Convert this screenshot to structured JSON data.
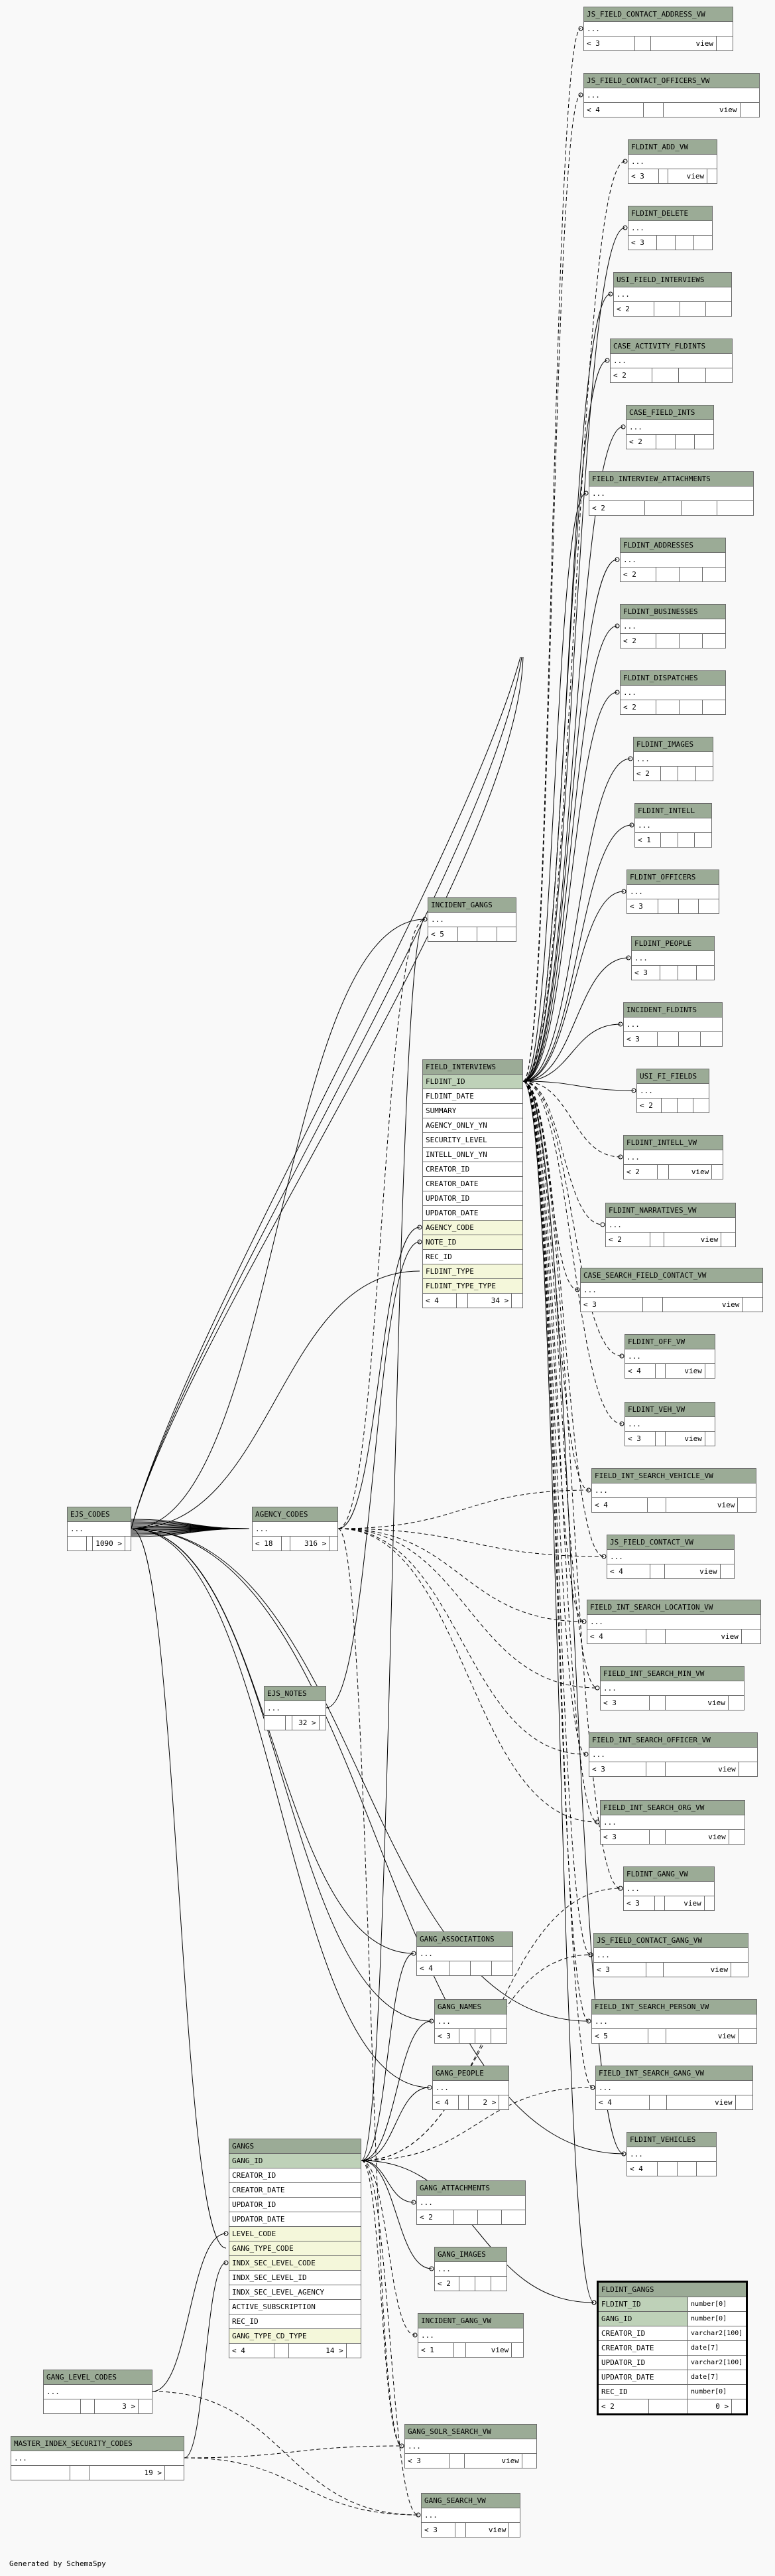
{
  "tables": [
    {
      "name": "JS_FIELD_CONTACT_ADDRESS_VW",
      "rows": [
        {
          "text": "..."
        }
      ],
      "children": "< 3",
      "parents": "",
      "view": "view"
    },
    {
      "name": "JS_FIELD_CONTACT_OFFICERS_VW",
      "rows": [
        {
          "text": "..."
        }
      ],
      "children": "< 4",
      "parents": "",
      "view": "view"
    },
    {
      "name": "FLDINT_ADD_VW",
      "rows": [
        {
          "text": "..."
        }
      ],
      "children": "< 3",
      "parents": "",
      "view": "view"
    },
    {
      "name": "FLDINT_DELETE",
      "rows": [
        {
          "text": "..."
        }
      ],
      "children": "< 3",
      "parents": "",
      "view": ""
    },
    {
      "name": "USI_FIELD_INTERVIEWS",
      "rows": [
        {
          "text": "..."
        }
      ],
      "children": "< 2",
      "parents": "",
      "view": ""
    },
    {
      "name": "CASE_ACTIVITY_FLDINTS",
      "rows": [
        {
          "text": "..."
        }
      ],
      "children": "< 2",
      "parents": "",
      "view": ""
    },
    {
      "name": "CASE_FIELD_INTS",
      "rows": [
        {
          "text": "..."
        }
      ],
      "children": "< 2",
      "parents": "",
      "view": ""
    },
    {
      "name": "FIELD_INTERVIEW_ATTACHMENTS",
      "rows": [
        {
          "text": "..."
        }
      ],
      "children": "< 2",
      "parents": "",
      "view": ""
    },
    {
      "name": "FLDINT_ADDRESSES",
      "rows": [
        {
          "text": "..."
        }
      ],
      "children": "< 2",
      "parents": "",
      "view": ""
    },
    {
      "name": "FLDINT_BUSINESSES",
      "rows": [
        {
          "text": "..."
        }
      ],
      "children": "< 2",
      "parents": "",
      "view": ""
    },
    {
      "name": "FLDINT_DISPATCHES",
      "rows": [
        {
          "text": "..."
        }
      ],
      "children": "< 2",
      "parents": "",
      "view": ""
    },
    {
      "name": "FLDINT_IMAGES",
      "rows": [
        {
          "text": "..."
        }
      ],
      "children": "< 2",
      "parents": "",
      "view": ""
    },
    {
      "name": "FLDINT_INTELL",
      "rows": [
        {
          "text": "..."
        }
      ],
      "children": "< 1",
      "parents": "",
      "view": ""
    },
    {
      "name": "FLDINT_OFFICERS",
      "rows": [
        {
          "text": "..."
        }
      ],
      "children": "< 3",
      "parents": "",
      "view": ""
    },
    {
      "name": "FLDINT_PEOPLE",
      "rows": [
        {
          "text": "..."
        }
      ],
      "children": "< 3",
      "parents": "",
      "view": ""
    },
    {
      "name": "INCIDENT_FLDINTS",
      "rows": [
        {
          "text": "..."
        }
      ],
      "children": "< 3",
      "parents": "",
      "view": ""
    },
    {
      "name": "USI_FI_FIELDS",
      "rows": [
        {
          "text": "..."
        }
      ],
      "children": "< 2",
      "parents": "",
      "view": ""
    },
    {
      "name": "INCIDENT_GANGS",
      "rows": [
        {
          "text": "..."
        }
      ],
      "children": "< 5",
      "parents": "",
      "view": ""
    },
    {
      "name": "FIELD_INTERVIEWS",
      "rows": [
        {
          "text": "FLDINT_ID",
          "kind": "pk"
        },
        {
          "text": "FLDINT_DATE"
        },
        {
          "text": "SUMMARY"
        },
        {
          "text": "AGENCY_ONLY_YN"
        },
        {
          "text": "SECURITY_LEVEL"
        },
        {
          "text": "INTELL_ONLY_YN"
        },
        {
          "text": "CREATOR_ID"
        },
        {
          "text": "CREATOR_DATE"
        },
        {
          "text": "UPDATOR_ID"
        },
        {
          "text": "UPDATOR_DATE"
        },
        {
          "text": "AGENCY_CODE",
          "kind": "fk"
        },
        {
          "text": "NOTE_ID",
          "kind": "fk"
        },
        {
          "text": "REC_ID"
        },
        {
          "text": "FLDINT_TYPE",
          "kind": "fk"
        },
        {
          "text": "FLDINT_TYPE_TYPE",
          "kind": "fk"
        }
      ],
      "children": "< 4",
      "parents": "34 >",
      "view": ""
    },
    {
      "name": "FLDINT_INTELL_VW",
      "rows": [
        {
          "text": "..."
        }
      ],
      "children": "< 2",
      "parents": "",
      "view": "view"
    },
    {
      "name": "FLDINT_NARRATIVES_VW",
      "rows": [
        {
          "text": "..."
        }
      ],
      "children": "< 2",
      "parents": "",
      "view": "view"
    },
    {
      "name": "CASE_SEARCH_FIELD_CONTACT_VW",
      "rows": [
        {
          "text": "..."
        }
      ],
      "children": "< 3",
      "parents": "",
      "view": "view"
    },
    {
      "name": "FLDINT_OFF_VW",
      "rows": [
        {
          "text": "..."
        }
      ],
      "children": "< 4",
      "parents": "",
      "view": "view"
    },
    {
      "name": "FLDINT_VEH_VW",
      "rows": [
        {
          "text": "..."
        }
      ],
      "children": "< 3",
      "parents": "",
      "view": "view"
    },
    {
      "name": "FIELD_INT_SEARCH_VEHICLE_VW",
      "rows": [
        {
          "text": "..."
        }
      ],
      "children": "< 4",
      "parents": "",
      "view": "view"
    },
    {
      "name": "EJS_CODES",
      "rows": [
        {
          "text": "..."
        }
      ],
      "children": "",
      "parents": "1090 >",
      "view": ""
    },
    {
      "name": "AGENCY_CODES",
      "rows": [
        {
          "text": "..."
        }
      ],
      "children": "< 18",
      "parents": "316 >",
      "view": ""
    },
    {
      "name": "JS_FIELD_CONTACT_VW",
      "rows": [
        {
          "text": "..."
        }
      ],
      "children": "< 4",
      "parents": "",
      "view": "view"
    },
    {
      "name": "FIELD_INT_SEARCH_LOCATION_VW",
      "rows": [
        {
          "text": "..."
        }
      ],
      "children": "< 4",
      "parents": "",
      "view": "view"
    },
    {
      "name": "EJS_NOTES",
      "rows": [
        {
          "text": "..."
        }
      ],
      "children": "",
      "parents": "32 >",
      "view": ""
    },
    {
      "name": "FIELD_INT_SEARCH_MIN_VW",
      "rows": [
        {
          "text": "..."
        }
      ],
      "children": "< 3",
      "parents": "",
      "view": "view"
    },
    {
      "name": "FIELD_INT_SEARCH_OFFICER_VW",
      "rows": [
        {
          "text": "..."
        }
      ],
      "children": "< 3",
      "parents": "",
      "view": "view"
    },
    {
      "name": "FIELD_INT_SEARCH_ORG_VW",
      "rows": [
        {
          "text": "..."
        }
      ],
      "children": "< 3",
      "parents": "",
      "view": "view"
    },
    {
      "name": "FLDINT_GANG_VW",
      "rows": [
        {
          "text": "..."
        }
      ],
      "children": "< 3",
      "parents": "",
      "view": "view"
    },
    {
      "name": "GANG_ASSOCIATIONS",
      "rows": [
        {
          "text": "..."
        }
      ],
      "children": "< 4",
      "parents": "",
      "view": ""
    },
    {
      "name": "JS_FIELD_CONTACT_GANG_VW",
      "rows": [
        {
          "text": "..."
        }
      ],
      "children": "< 3",
      "parents": "",
      "view": "view"
    },
    {
      "name": "GANG_NAMES",
      "rows": [
        {
          "text": "..."
        }
      ],
      "children": "< 3",
      "parents": "",
      "view": ""
    },
    {
      "name": "FIELD_INT_SEARCH_PERSON_VW",
      "rows": [
        {
          "text": "..."
        }
      ],
      "children": "< 5",
      "parents": "",
      "view": "view"
    },
    {
      "name": "GANG_PEOPLE",
      "rows": [
        {
          "text": "..."
        }
      ],
      "children": "< 4",
      "parents": "2 >",
      "view": ""
    },
    {
      "name": "FIELD_INT_SEARCH_GANG_VW",
      "rows": [
        {
          "text": "..."
        }
      ],
      "children": "< 4",
      "parents": "",
      "view": "view"
    },
    {
      "name": "FLDINT_VEHICLES",
      "rows": [
        {
          "text": "..."
        }
      ],
      "children": "< 4",
      "parents": "",
      "view": ""
    },
    {
      "name": "GANGS",
      "rows": [
        {
          "text": "GANG_ID",
          "kind": "pk"
        },
        {
          "text": "CREATOR_ID"
        },
        {
          "text": "CREATOR_DATE"
        },
        {
          "text": "UPDATOR_ID"
        },
        {
          "text": "UPDATOR_DATE"
        },
        {
          "text": "LEVEL_CODE",
          "kind": "fk"
        },
        {
          "text": "GANG_TYPE_CODE",
          "kind": "fk"
        },
        {
          "text": "INDX_SEC_LEVEL_CODE",
          "kind": "fk"
        },
        {
          "text": "INDX_SEC_LEVEL_ID"
        },
        {
          "text": "INDX_SEC_LEVEL_AGENCY"
        },
        {
          "text": "ACTIVE_SUBSCRIPTION"
        },
        {
          "text": "REC_ID"
        },
        {
          "text": "GANG_TYPE_CD_TYPE",
          "kind": "fk"
        }
      ],
      "children": "< 4",
      "parents": "14 >",
      "view": ""
    },
    {
      "name": "GANG_ATTACHMENTS",
      "rows": [
        {
          "text": "..."
        }
      ],
      "children": "< 2",
      "parents": "",
      "view": ""
    },
    {
      "name": "GANG_IMAGES",
      "rows": [
        {
          "text": "..."
        }
      ],
      "children": "< 2",
      "parents": "",
      "view": ""
    },
    {
      "name": "FLDINT_GANGS",
      "rows": [
        {
          "text": "FLDINT_ID",
          "type": "number[0]",
          "kind": "pk"
        },
        {
          "text": "GANG_ID",
          "type": "number[0]",
          "kind": "pk"
        },
        {
          "text": "CREATOR_ID",
          "type": "varchar2[100]"
        },
        {
          "text": "CREATOR_DATE",
          "type": "date[7]"
        },
        {
          "text": "UPDATOR_ID",
          "type": "varchar2[100]"
        },
        {
          "text": "UPDATOR_DATE",
          "type": "date[7]"
        },
        {
          "text": "REC_ID",
          "type": "number[0]"
        }
      ],
      "children": "< 2",
      "parents": "0 >",
      "view": ""
    },
    {
      "name": "INCIDENT_GANG_VW",
      "rows": [
        {
          "text": "..."
        }
      ],
      "children": "< 1",
      "parents": "",
      "view": "view"
    },
    {
      "name": "GANG_LEVEL_CODES",
      "rows": [
        {
          "text": "..."
        }
      ],
      "children": "",
      "parents": "3 >",
      "view": ""
    },
    {
      "name": "MASTER_INDEX_SECURITY_CODES",
      "rows": [
        {
          "text": "..."
        }
      ],
      "children": "",
      "parents": "19 >",
      "view": ""
    },
    {
      "name": "GANG_SOLR_SEARCH_VW",
      "rows": [
        {
          "text": "..."
        }
      ],
      "children": "< 3",
      "parents": "",
      "view": "view"
    },
    {
      "name": "GANG_SEARCH_VW",
      "rows": [
        {
          "text": "..."
        }
      ],
      "children": "< 3",
      "parents": "",
      "view": "view"
    }
  ],
  "footer": "Generated by SchemaSpy",
  "colors": {
    "background": "#f9f9f9",
    "header": "#9bab96",
    "primary_key": "#bed1b8",
    "foreign_key": "#f4f7da",
    "border": "#6b6b6b",
    "edge": "#000000"
  }
}
